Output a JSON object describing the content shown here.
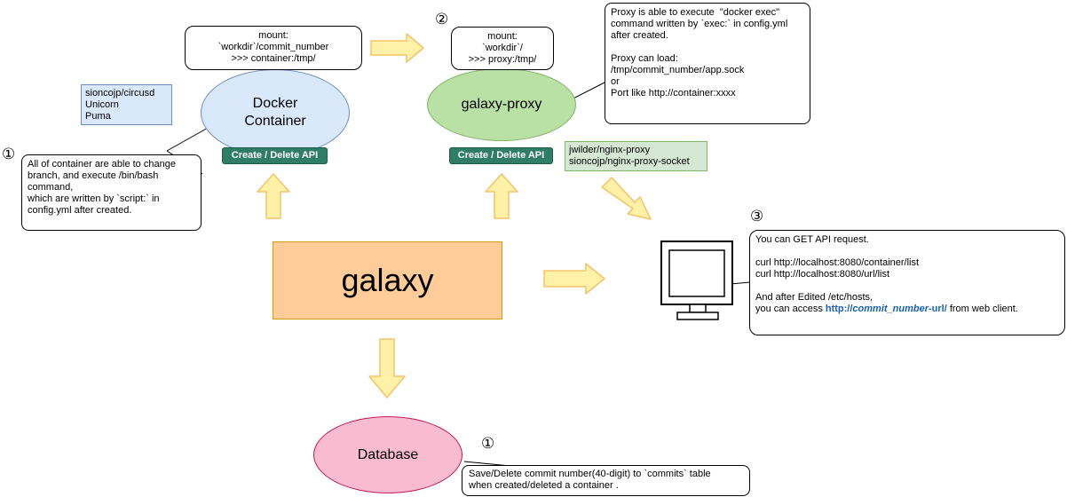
{
  "nodes": {
    "docker": {
      "line1": "Docker",
      "line2": "Container"
    },
    "proxy": {
      "label": "galaxy-proxy"
    },
    "galaxy": {
      "label": "galaxy"
    },
    "database": {
      "label": "Database"
    }
  },
  "api_badges": {
    "docker": "Create / Delete API",
    "proxy": "Create / Delete API"
  },
  "markers": {
    "one": "①",
    "two": "②",
    "three": "③"
  },
  "notes": {
    "docker_mount": [
      "mount:",
      "`workdir`/commit_number",
      ">>> container:/tmp/"
    ],
    "proxy_mount": [
      "mount:",
      "`workdir`/",
      ">>> proxy:/tmp/"
    ],
    "proxy_info": [
      "Proxy is able to execute  \"docker exec\"",
      "command written by `exec:` in config.yml",
      "after created.",
      "",
      "Proxy can load:",
      "/tmp/commit_number/app.sock",
      "or",
      "Port like http://container:xxxx"
    ],
    "docker_tech": [
      "sioncojp/circusd",
      "Unicorn",
      "Puma"
    ],
    "proxy_tech": [
      "jwilder/nginx-proxy",
      "sioncojp/nginx-proxy-socket"
    ],
    "container_info": [
      "All of container are able to change",
      "branch, and execute /bin/bash",
      "command,",
      "which are written by `script:` in",
      "config.yml after created."
    ],
    "api_info": {
      "lines": [
        "You can GET API request.",
        "",
        "curl http://localhost:8080/container/list",
        "curl http://localhost:8080/url/list",
        "",
        "And after Edited /etc/hosts,"
      ],
      "access_prefix": "you can access ",
      "access_link_start": "http://",
      "access_link_em": "commit_number",
      "access_link_end": "-url/",
      "access_suffix": " from web client."
    },
    "database_info": [
      "Save/Delete commit number(40-digit) to `commits` table",
      "when created/deleted a container ."
    ]
  },
  "icons": {
    "client": "monitor-icon"
  },
  "colors": {
    "docker_fill": "#dae8fc",
    "docker_stroke": "#6c8ebf",
    "proxy_fill": "#b9e0a5",
    "proxy_stroke": "#82b366",
    "galaxy_fill": "#ffcc99",
    "galaxy_stroke": "#d79b00",
    "database_fill": "#f8bbd0",
    "database_stroke": "#c2185b",
    "arrow_fill": "#fff2a8",
    "arrow_stroke": "#f5c26b",
    "api_badge": "#2e7d64"
  }
}
